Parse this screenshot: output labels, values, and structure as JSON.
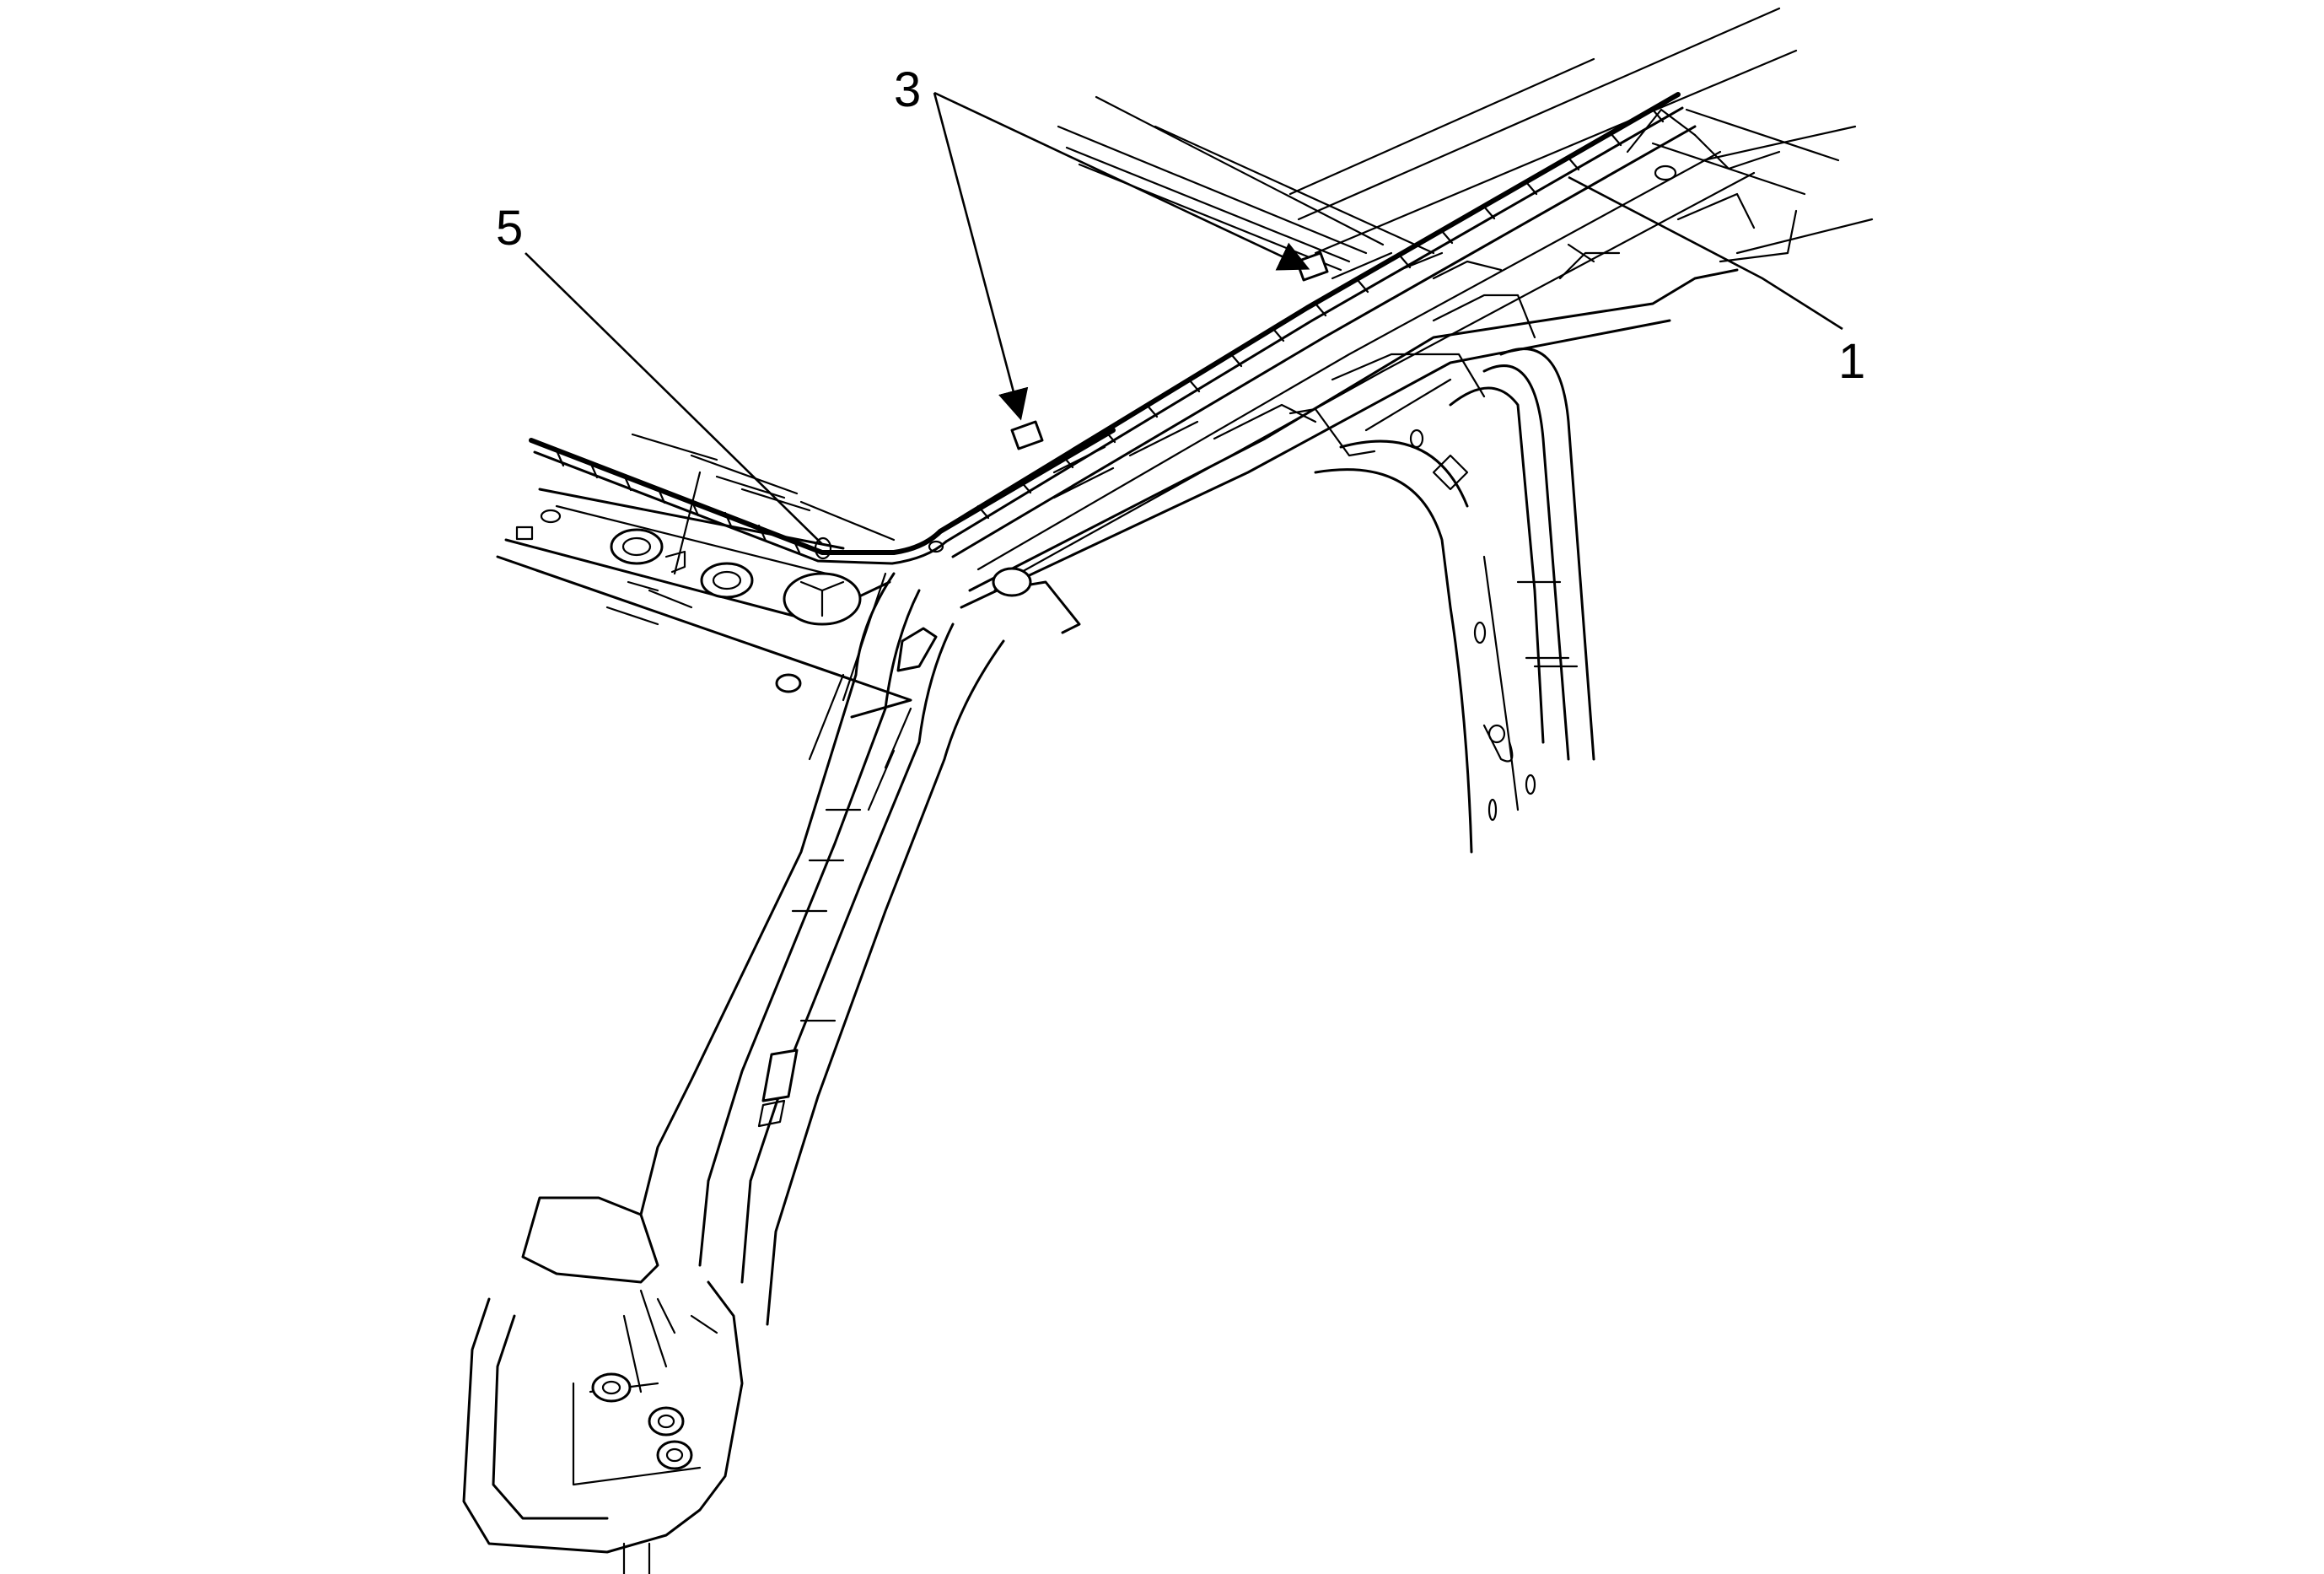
{
  "callouts": {
    "c1": "1",
    "c3": "3",
    "c5": "5"
  },
  "colors": {
    "line": "#000000",
    "background": "#ffffff"
  }
}
